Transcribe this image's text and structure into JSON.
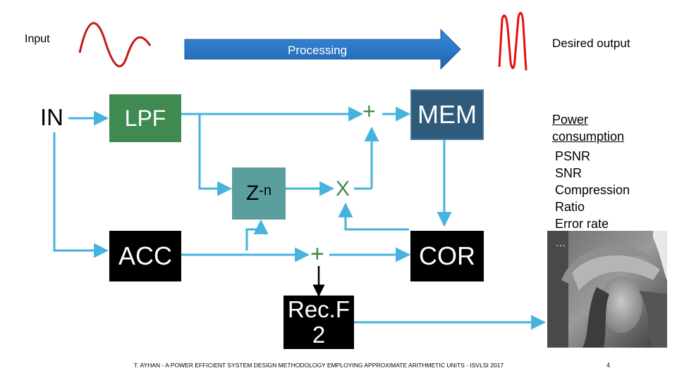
{
  "labels": {
    "input": "Input",
    "processing": "Processing",
    "desired_output": "Desired output",
    "in": "IN"
  },
  "blocks": {
    "lpf": "LPF",
    "mem": "MEM",
    "delay_base": "Z",
    "delay_exp": "-n",
    "acc": "ACC",
    "cor": "COR",
    "recf_line1": "Rec.F",
    "recf_line2": "2"
  },
  "operators": {
    "adder_top": "+",
    "multiplier": "X",
    "adder_bottom": "+"
  },
  "metrics": {
    "power_line1": "Power",
    "power_line2": "consumption",
    "list": [
      "PSNR",
      "SNR",
      "Compression",
      "Ratio",
      "Error rate",
      "…"
    ]
  },
  "footer": {
    "citation": "T. AYHAN - A POWER EFFICIENT SYSTEM DESIGN METHODOLOGY EMPLOYING APPROXIMATE ARITHMETIC UNITS - ISVLSI 2017",
    "page_number": "4"
  },
  "colors": {
    "lpf": "#3f8a50",
    "mem": "#2f5a7a",
    "delay": "#5b9e9e",
    "acc": "#000000",
    "cor": "#000000",
    "recf": "#000000",
    "wire": "#45b3de",
    "arrow": "#2878c8",
    "wave_input": "#c01818",
    "wave_output": "#e01010",
    "plus": "#3f8a50"
  }
}
